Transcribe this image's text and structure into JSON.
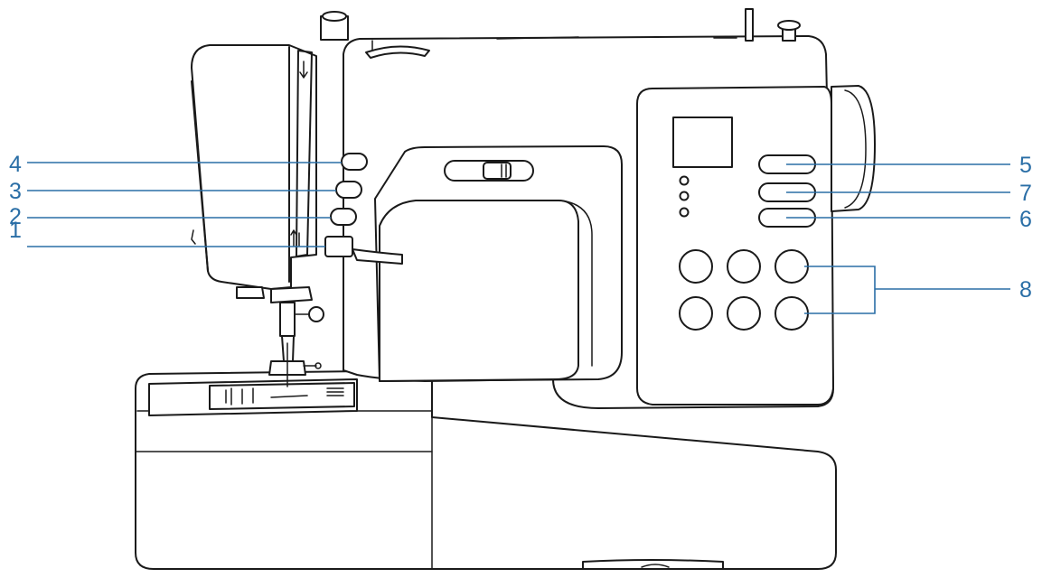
{
  "diagram": {
    "accent_color": "#2a6ea6",
    "callouts": [
      {
        "id": "4",
        "label": "4"
      },
      {
        "id": "3",
        "label": "3"
      },
      {
        "id": "2",
        "label": "2"
      },
      {
        "id": "1",
        "label": "1"
      },
      {
        "id": "5",
        "label": "5"
      },
      {
        "id": "7",
        "label": "7"
      },
      {
        "id": "6",
        "label": "6"
      },
      {
        "id": "8",
        "label": "8"
      }
    ]
  }
}
